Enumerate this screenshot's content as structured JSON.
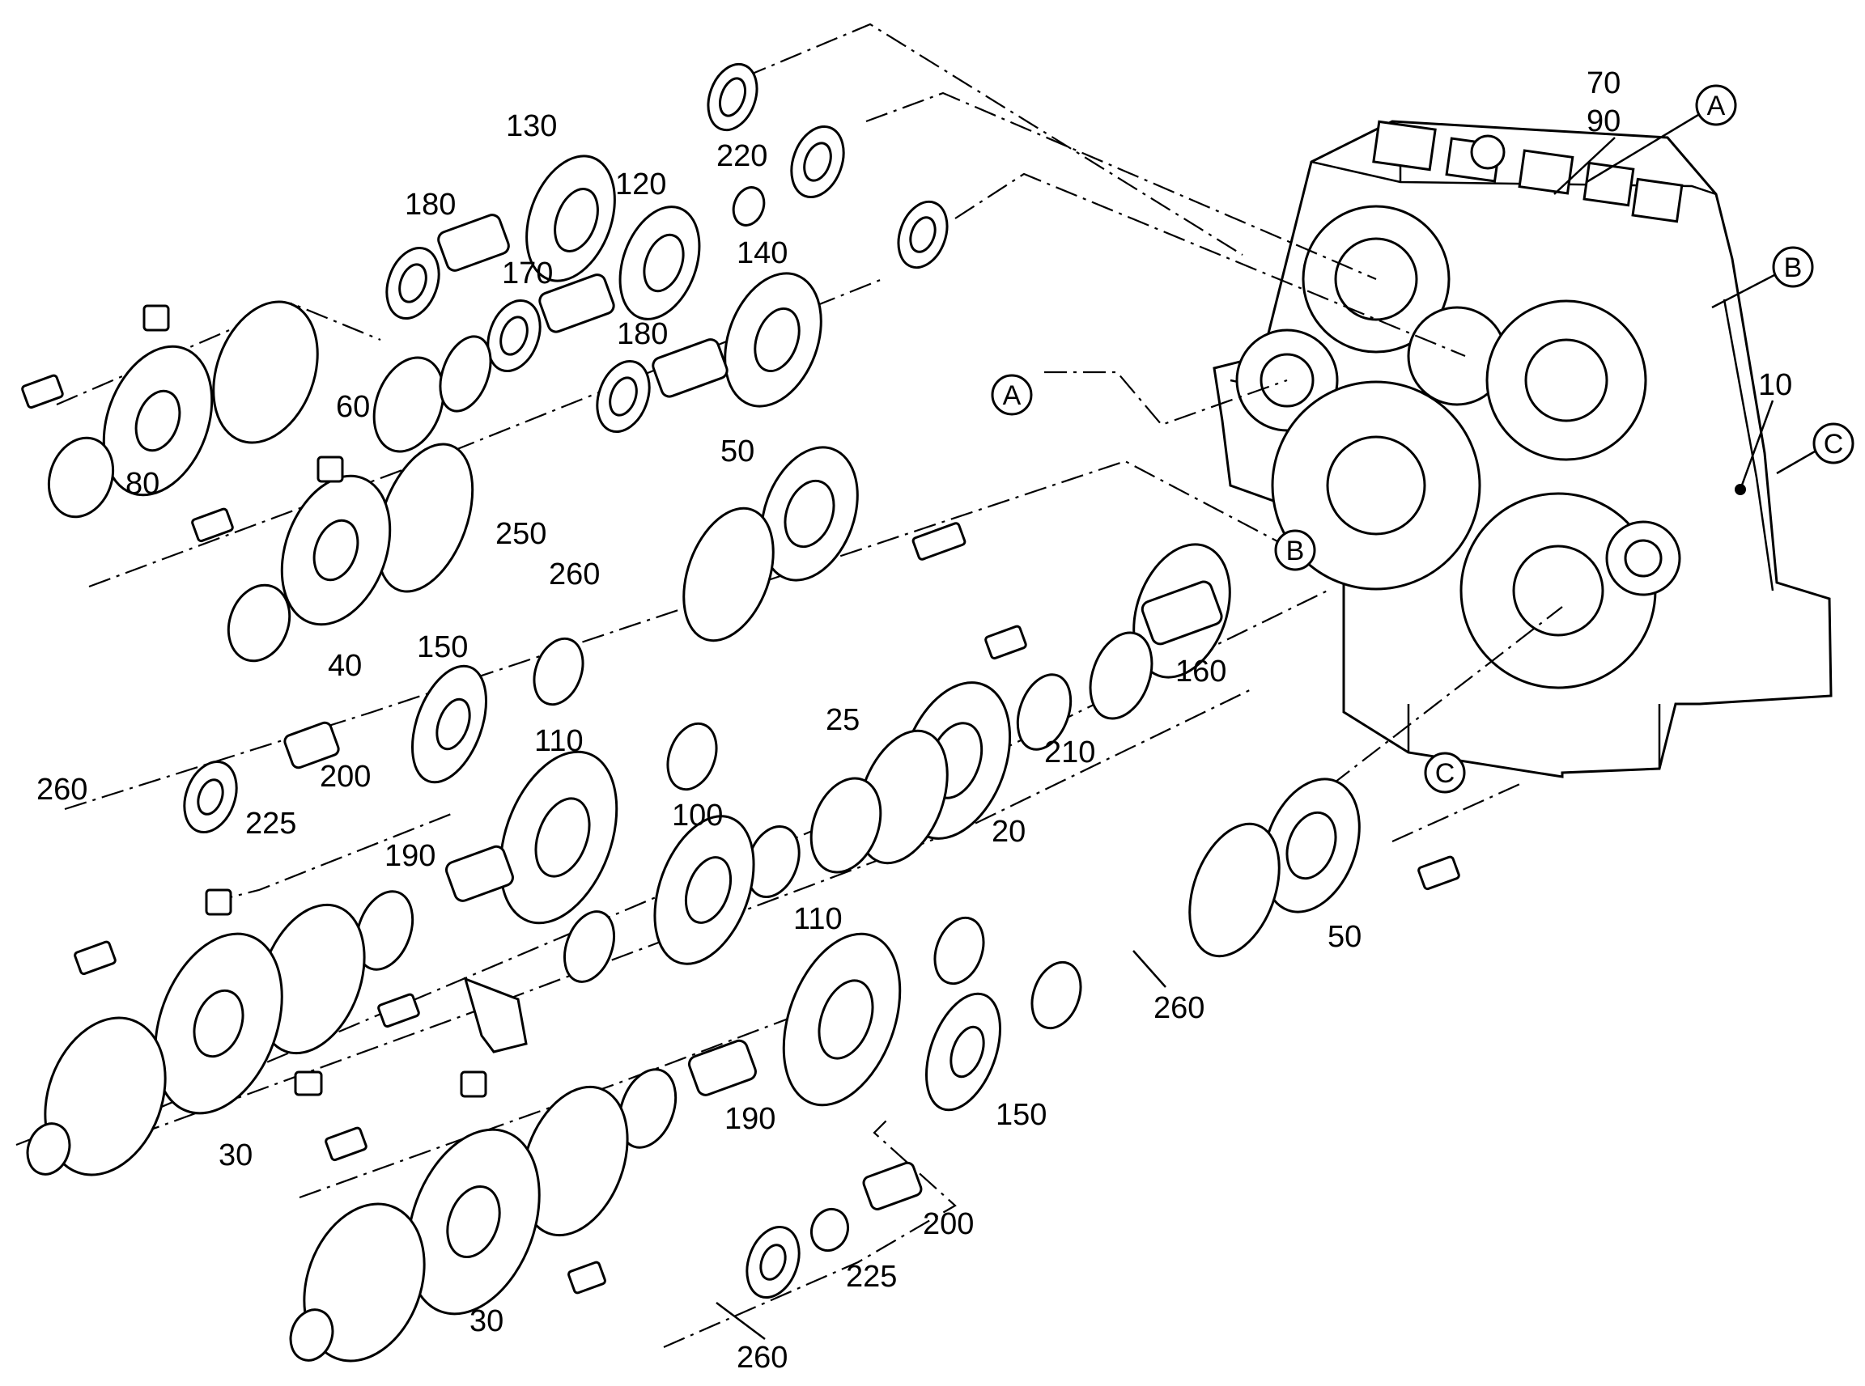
{
  "diagram": {
    "type": "exploded-parts-drawing",
    "callouts": [
      "A",
      "B",
      "C"
    ],
    "parts": [
      {
        "label": "70"
      },
      {
        "label": "90"
      },
      {
        "label": "10"
      },
      {
        "label": "130"
      },
      {
        "label": "220"
      },
      {
        "label": "180"
      },
      {
        "label": "120"
      },
      {
        "label": "170"
      },
      {
        "label": "140"
      },
      {
        "label": "180"
      },
      {
        "label": "60"
      },
      {
        "label": "80"
      },
      {
        "label": "50"
      },
      {
        "label": "250"
      },
      {
        "label": "40"
      },
      {
        "label": "260"
      },
      {
        "label": "150"
      },
      {
        "label": "160"
      },
      {
        "label": "25"
      },
      {
        "label": "210"
      },
      {
        "label": "200"
      },
      {
        "label": "260"
      },
      {
        "label": "225"
      },
      {
        "label": "110"
      },
      {
        "label": "20"
      },
      {
        "label": "190"
      },
      {
        "label": "100"
      },
      {
        "label": "50"
      },
      {
        "label": "110"
      },
      {
        "label": "260"
      },
      {
        "label": "30"
      },
      {
        "label": "190"
      },
      {
        "label": "150"
      },
      {
        "label": "200"
      },
      {
        "label": "225"
      },
      {
        "label": "30"
      },
      {
        "label": "260"
      }
    ]
  }
}
